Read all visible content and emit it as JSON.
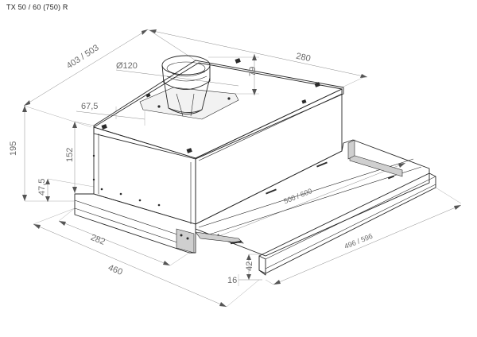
{
  "title": "TX 50 / 60 (750) R",
  "dimensions": {
    "width_top": "403 / 503",
    "depth_top": "280",
    "duct_diameter": "Ø120",
    "duct_height": "79",
    "duct_offset": "67,5",
    "total_height": "195",
    "body_height": "152",
    "front_height": "47,5",
    "front_depth": "282",
    "total_depth": "460",
    "slide_width": "500 / 600",
    "front_panel_width": "496 / 596",
    "panel_height": "42",
    "panel_thickness": "16"
  },
  "colors": {
    "line": "#262626",
    "dimension": "#6b6b6b"
  }
}
